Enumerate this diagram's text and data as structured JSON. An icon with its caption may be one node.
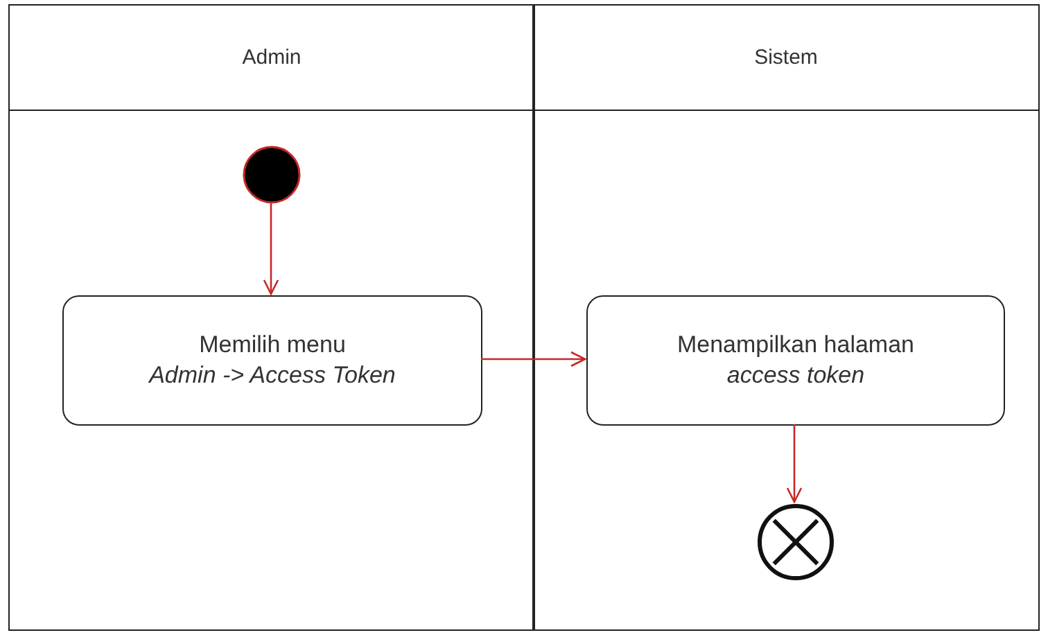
{
  "diagram": {
    "nodes": [
      {
        "text": [
          "Admin"
        ]
      },
      {
        "text": [
          "Sistem"
        ]
      },
      {
        "text": [],
        "shape": "circle",
        "in": 0
      },
      {
        "text": [
          "Memilih menu",
          "Admin -> Access Token"
        ],
        "in": 0
      },
      {
        "text": [
          "Menampilkan halaman",
          "access token"
        ],
        "in": 1
      },
      {
        "text": [],
        "shape": "circle",
        "in": 1
      }
    ],
    "edges": [
      {
        "from": 2,
        "to": 3,
        "arrow": "to"
      },
      {
        "from": 3,
        "to": 4,
        "arrow": "to"
      },
      {
        "from": 4,
        "to": 5,
        "arrow": "to"
      }
    ]
  }
}
